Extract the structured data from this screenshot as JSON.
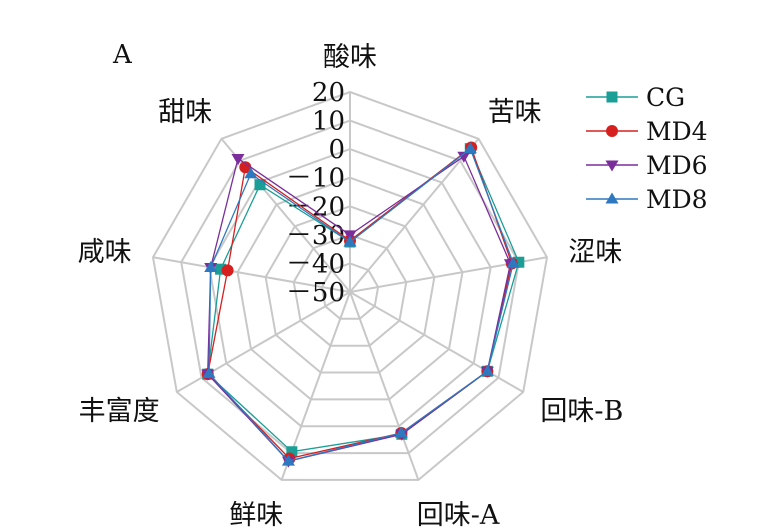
{
  "chart_data": {
    "type": "radar",
    "panel_label": "A",
    "categories": [
      "酸味",
      "苦味",
      "涩味",
      "回味-B",
      "回味-A",
      "鲜味",
      "丰富度",
      "咸味",
      "甜味"
    ],
    "r_ticks": [
      "20",
      "10",
      "0",
      "－10",
      "－20",
      "－30",
      "－40",
      "－50"
    ],
    "rlim": [
      -50,
      20
    ],
    "grid": true,
    "legend_position": "right",
    "series": [
      {
        "name": "CG",
        "color": "#1a9e96",
        "marker": "square",
        "values": [
          -32.5,
          15.5,
          10.0,
          5.5,
          3.0,
          9.5,
          7.5,
          -4.0,
          -1.0
        ]
      },
      {
        "name": "MD4",
        "color": "#d62020",
        "marker": "circle",
        "values": [
          -32.0,
          16.0,
          7.5,
          5.5,
          2.5,
          12.0,
          7.5,
          -6.5,
          7.0
        ]
      },
      {
        "name": "MD6",
        "color": "#7b2d9b",
        "marker": "triangle-down",
        "values": [
          -30.0,
          12.0,
          7.0,
          5.5,
          3.0,
          13.0,
          7.5,
          -0.5,
          11.0
        ]
      },
      {
        "name": "MD8",
        "color": "#2e78c0",
        "marker": "triangle-up",
        "values": [
          -32.5,
          15.5,
          8.0,
          5.5,
          2.5,
          13.0,
          7.0,
          -0.5,
          4.0
        ]
      }
    ]
  }
}
